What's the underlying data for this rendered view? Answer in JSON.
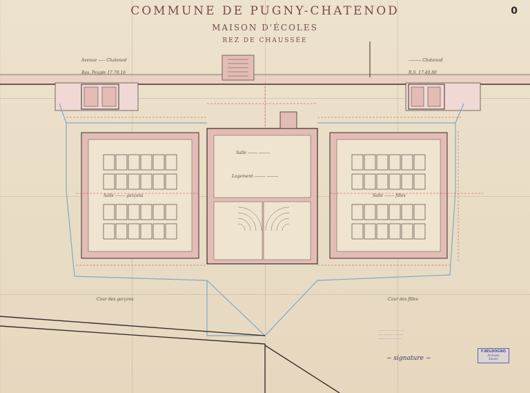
{
  "title": {
    "commune": "COMMUNE DE PUGNY-CHATENOD",
    "building": "MAISON D'ÉCOLES",
    "level": "REZ DE CHAUSSÉE",
    "sheet_number": "0"
  },
  "stamp": {
    "code": "F.BELDOGNO",
    "line1": "Archives",
    "line2": "Savoie"
  },
  "colors": {
    "paper": "#e9dcc6",
    "ink": "#5a4a44",
    "wall_fill": "#e4bcb6",
    "water_line": "#7fa8c9",
    "dimension_red": "#c4473f",
    "title_ink": "#7a4a4e"
  },
  "icons": [
    "stamp-icon",
    "signature-icon"
  ]
}
